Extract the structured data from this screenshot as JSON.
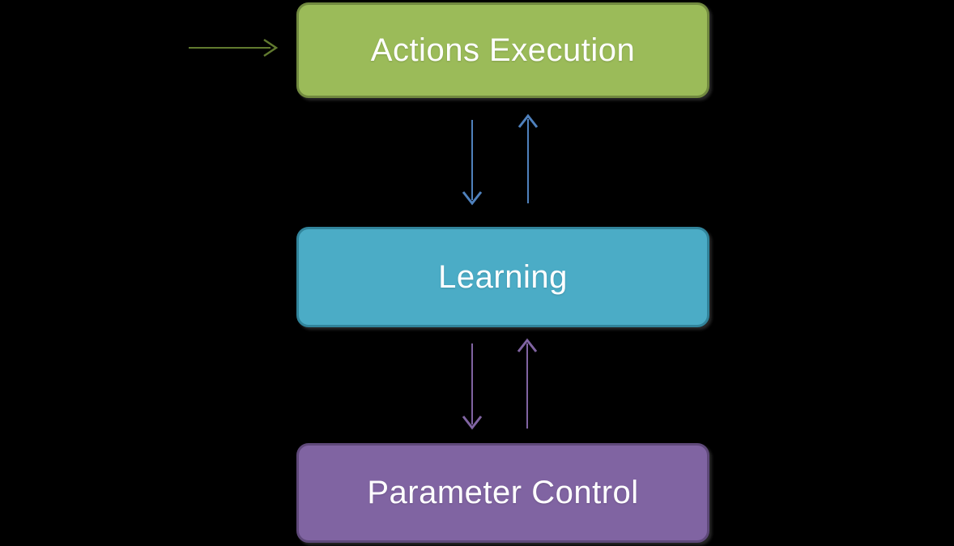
{
  "canvas": {
    "background": "#000000"
  },
  "diagram": {
    "nodes": [
      {
        "id": "actions-execution",
        "label": "Actions Execution",
        "fill": "#9BBB59",
        "border": "#71893F",
        "text_color": "#FFFFFF"
      },
      {
        "id": "learning",
        "label": "Learning",
        "fill": "#4BACC6",
        "border": "#31849B",
        "text_color": "#FFFFFF"
      },
      {
        "id": "parameter-control",
        "label": "Parameter Control",
        "fill": "#8064A2",
        "border": "#5F497A",
        "text_color": "#FFFFFF"
      }
    ],
    "arrows": [
      {
        "id": "input-to-actions",
        "from": "external-input",
        "to": "actions-execution",
        "direction": "right",
        "color": "#617A2F"
      },
      {
        "id": "actions-to-learning",
        "from": "actions-execution",
        "to": "learning",
        "direction": "down",
        "color": "#4F81BD"
      },
      {
        "id": "learning-to-actions",
        "from": "learning",
        "to": "actions-execution",
        "direction": "up",
        "color": "#4F81BD"
      },
      {
        "id": "learning-to-parameter",
        "from": "learning",
        "to": "parameter-control",
        "direction": "down",
        "color": "#8064A2"
      },
      {
        "id": "parameter-to-learning",
        "from": "parameter-control",
        "to": "learning",
        "direction": "up",
        "color": "#8064A2"
      }
    ]
  }
}
